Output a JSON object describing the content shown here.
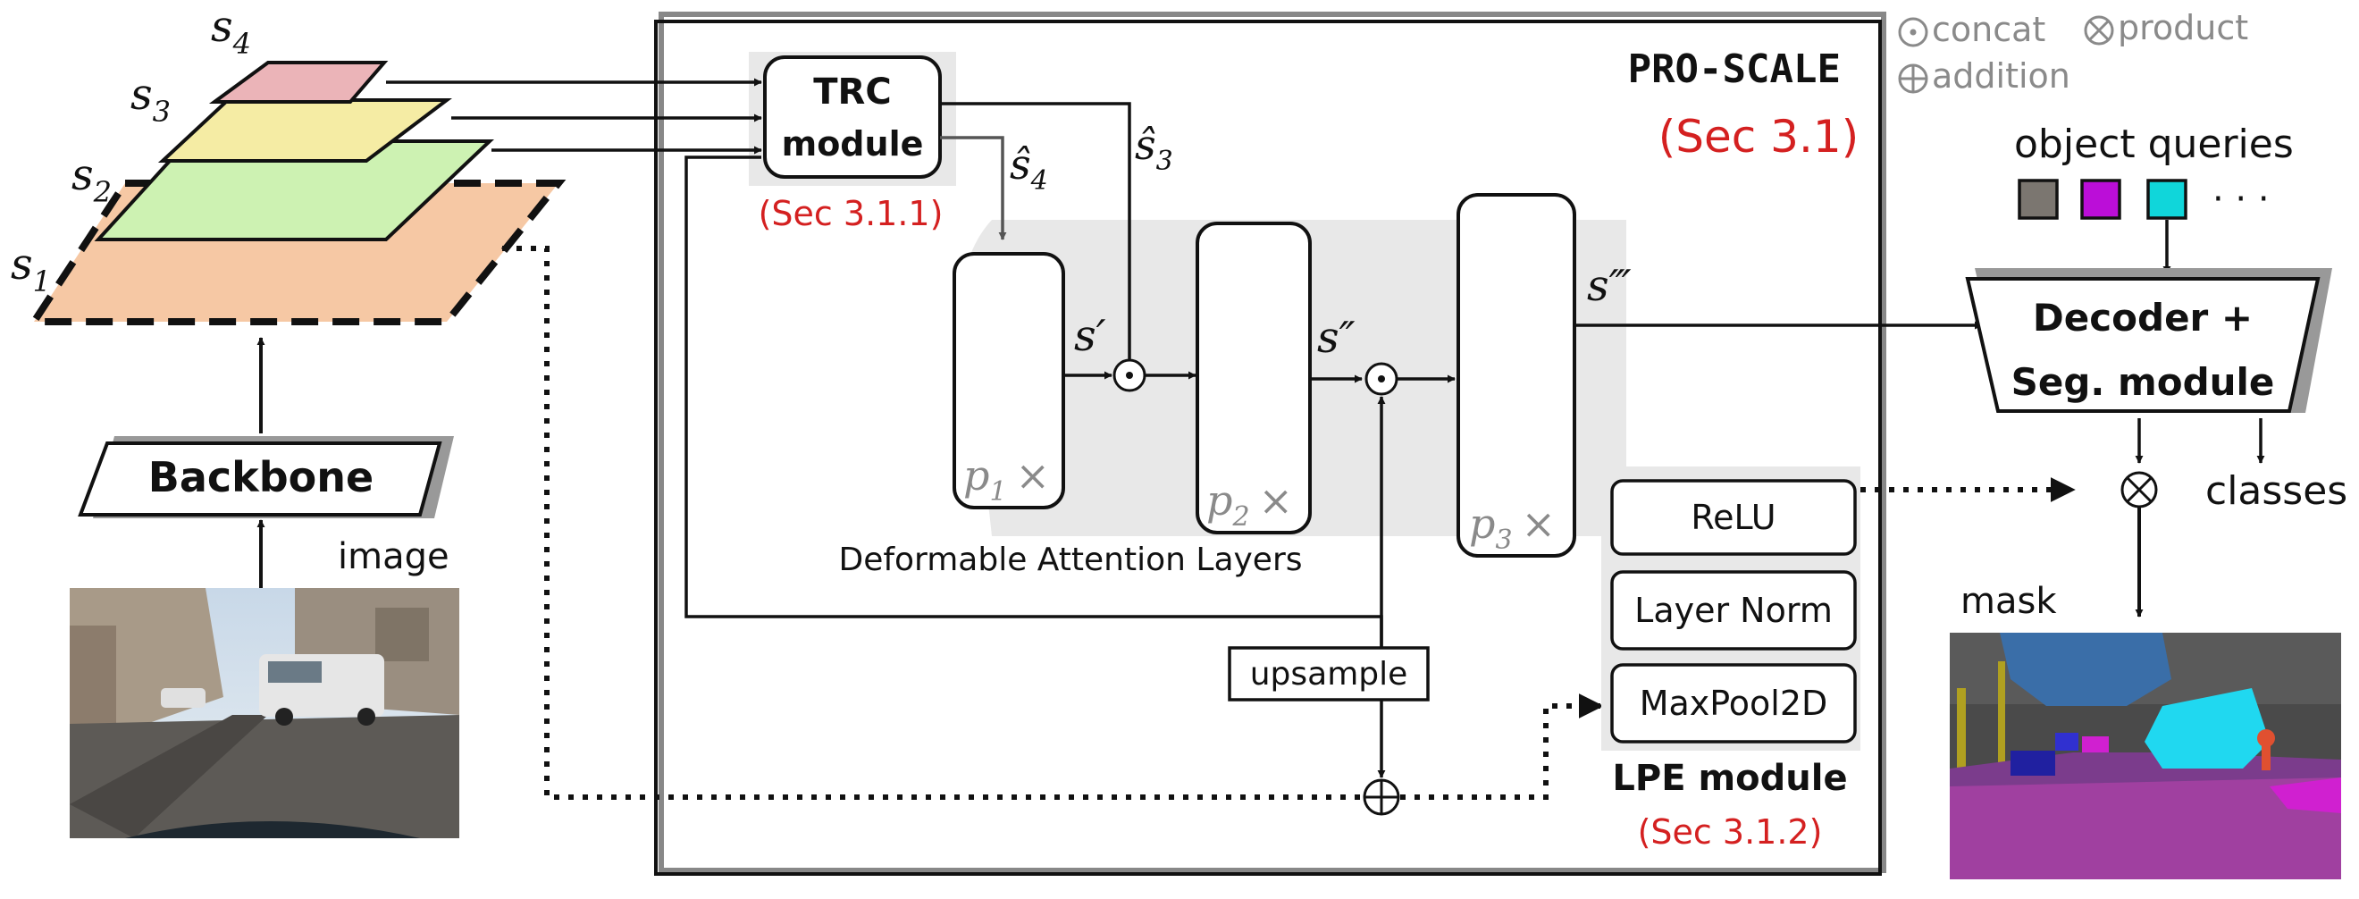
{
  "colors": {
    "red": "#d42020",
    "gray_text": "#8a8a8a",
    "shade": "#e8e8e8",
    "scale_s1": "#f6c8a4",
    "scale_s2": "#cdf2b2",
    "scale_s3": "#f5eca4",
    "scale_s4": "#ebb4b8",
    "query_gray": "#7b7670",
    "query_purple": "#bb0ed8",
    "query_cyan": "#10d6da"
  },
  "legend": {
    "concat": "concat",
    "product": "product",
    "addition": "addition"
  },
  "scales": {
    "s1": "s",
    "s1_sub": "1",
    "s2": "s",
    "s2_sub": "2",
    "s3": "s",
    "s3_sub": "3",
    "s4": "s",
    "s4_sub": "4"
  },
  "backbone": "Backbone",
  "image_label": "image",
  "proscale": {
    "title": "PRO-SCALE",
    "sec": "(Sec 3.1)"
  },
  "trc": {
    "line1": "TRC",
    "line2": "module",
    "sec": "(Sec 3.1.1)"
  },
  "hat_s3": {
    "base": "ŝ",
    "sub": "3"
  },
  "hat_s4": {
    "base": "ŝ",
    "sub": "4"
  },
  "s_prime": "s′",
  "s_dprime": "s″",
  "s_tprime": "s‴",
  "layers": {
    "p1": {
      "p": "p",
      "sub": "1",
      "x": "×"
    },
    "p2": {
      "p": "p",
      "sub": "2",
      "x": "×"
    },
    "p3": {
      "p": "p",
      "sub": "3",
      "x": "×"
    },
    "caption": "Deformable Attention Layers"
  },
  "upsample": "upsample",
  "lpe": {
    "relu": "ReLU",
    "layernorm": "Layer Norm",
    "maxpool": "MaxPool2D",
    "title": "LPE module",
    "sec": "(Sec 3.1.2)"
  },
  "decoder": {
    "line1": "Decoder +",
    "line2": "Seg. module"
  },
  "object_queries": "object queries",
  "ellipsis": "· · ·",
  "classes": "classes",
  "mask": "mask"
}
